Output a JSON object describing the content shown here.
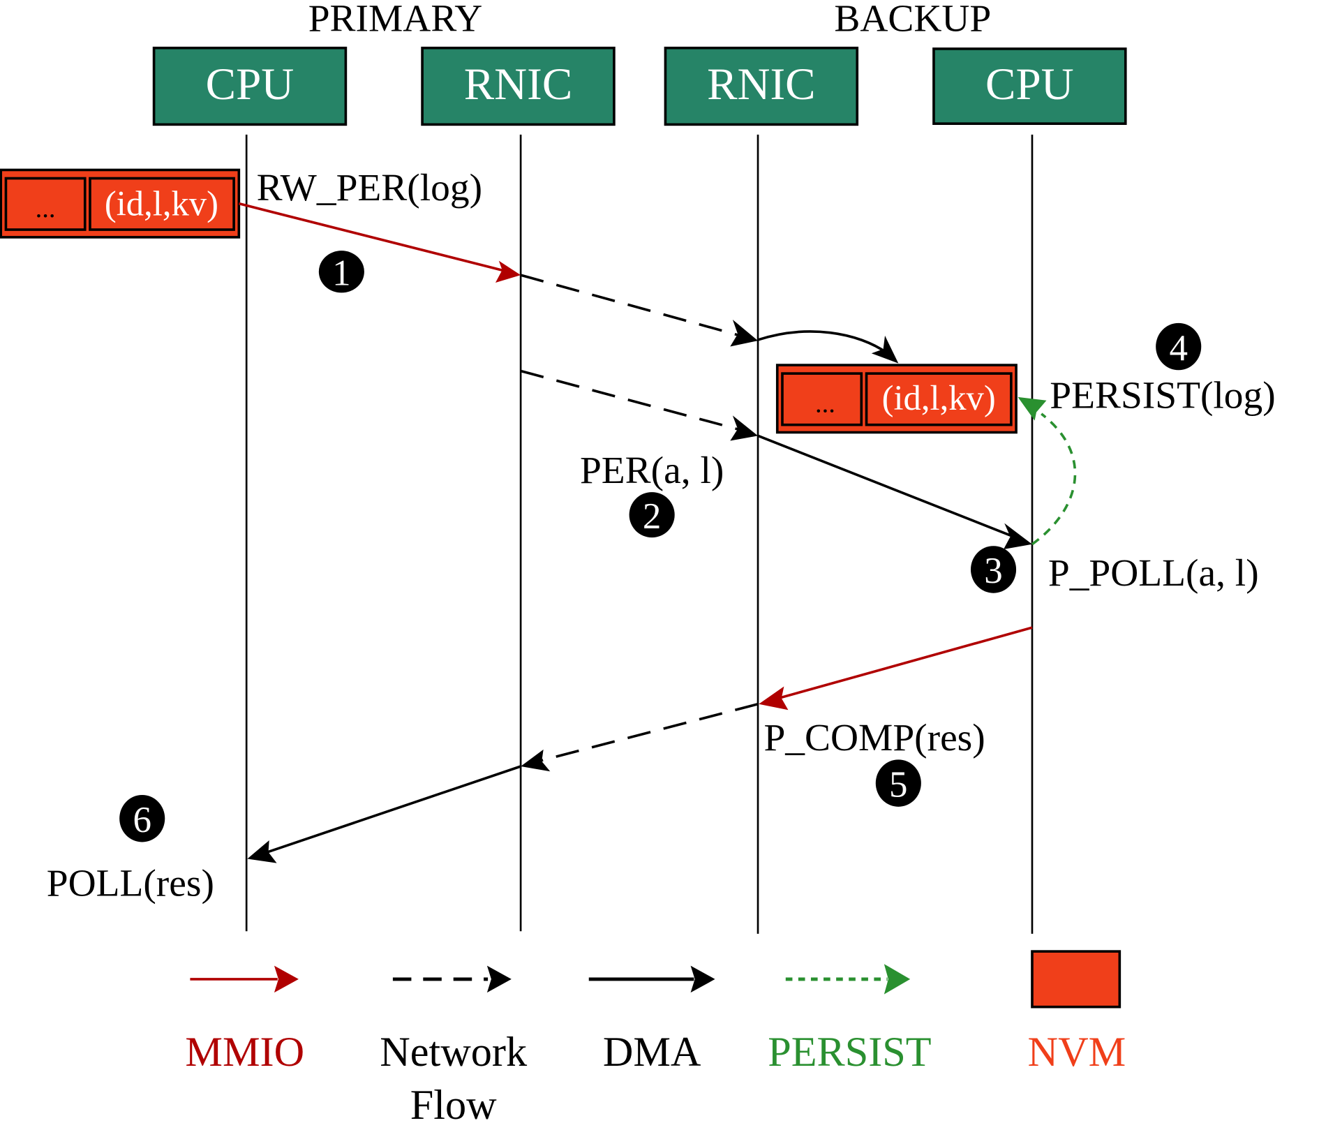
{
  "groups": {
    "primary": "PRIMARY",
    "backup": "BACKUP"
  },
  "nodes": [
    {
      "id": "primary-cpu",
      "label": "CPU"
    },
    {
      "id": "primary-rnic",
      "label": "RNIC"
    },
    {
      "id": "backup-rnic",
      "label": "RNIC"
    },
    {
      "id": "backup-cpu",
      "label": "CPU"
    }
  ],
  "nvm_blocks": {
    "primary": {
      "dots": "...",
      "entry": "(id,l,kv)"
    },
    "backup": {
      "dots": "...",
      "entry": "(id,l,kv)"
    }
  },
  "messages": {
    "rw_per": "RW_PER(log)",
    "per": "PER(a, l)",
    "p_poll": "P_POLL(a, l)",
    "persist": "PERSIST(log)",
    "p_comp": "P_COMP(res)",
    "poll": "POLL(res)"
  },
  "steps": [
    "1",
    "2",
    "3",
    "4",
    "5",
    "6"
  ],
  "colors": {
    "node_fill": "#268467",
    "nvm_fill": "#f03f1a",
    "mmio": "#b00000",
    "persist": "#2a9030",
    "network": "#000000",
    "dma": "#000000"
  },
  "legend": {
    "mmio": "MMIO",
    "network_line1": "Network",
    "network_line2": "Flow",
    "dma": "DMA",
    "persist": "PERSIST",
    "nvm": "NVM"
  }
}
